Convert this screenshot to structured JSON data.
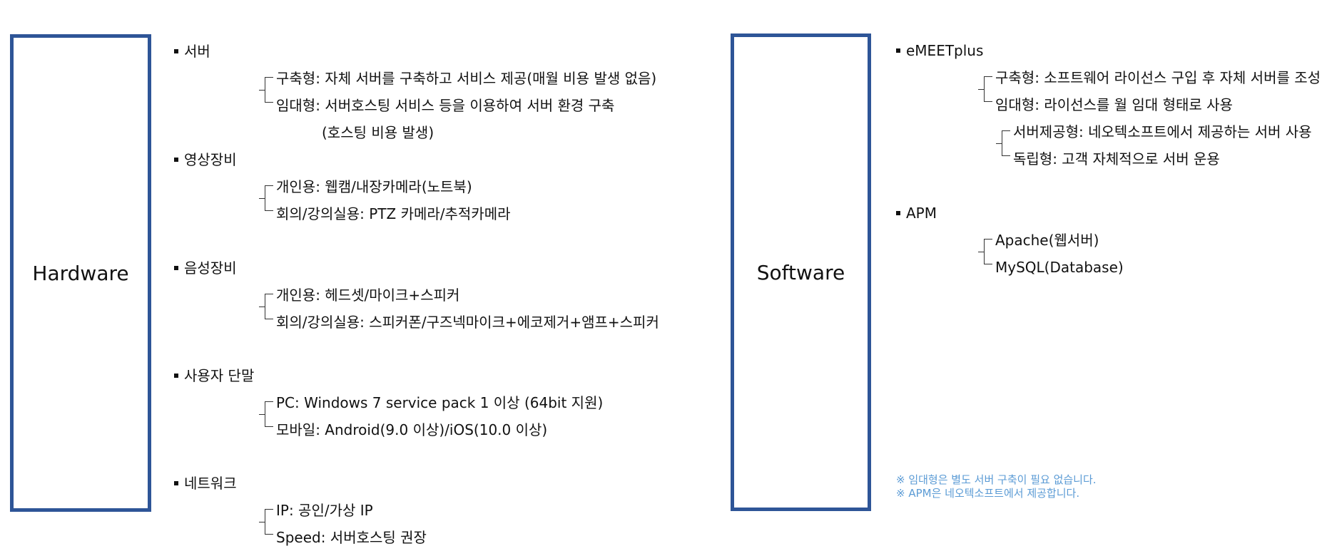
{
  "hardware": {
    "title": "Hardware",
    "sections": [
      {
        "heading": "서버",
        "items": [
          "구축형: 자체 서버를 구축하고 서비스 제공(매월 비용 발생 없음)",
          "임대형: 서버호스팅 서비스 등을 이용하여 서버 환경 구축"
        ],
        "continuation": "(호스팅 비용 발생)"
      },
      {
        "heading": "영상장비",
        "items": [
          "개인용: 웹캠/내장카메라(노트북)",
          "회의/강의실용: PTZ 카메라/추적카메라"
        ]
      },
      {
        "heading": "음성장비",
        "items": [
          "개인용: 헤드셋/마이크+스피커",
          "회의/강의실용: 스피커폰/구즈넥마이크+에코제거+앰프+스피커"
        ]
      },
      {
        "heading": "사용자 단말",
        "items": [
          "PC: Windows 7 service pack 1 이상 (64bit 지원)",
          "모바일: Android(9.0 이상)/iOS(10.0 이상)"
        ]
      },
      {
        "heading": "네트워크",
        "items": [
          "IP: 공인/가상 IP",
          "Speed: 서버호스팅 권장"
        ]
      }
    ]
  },
  "software": {
    "title": "Software",
    "sections": [
      {
        "heading": "eMEETplus",
        "items": [
          "구축형: 소프트웨어 라이선스 구입 후 자체 서버를 조성",
          "임대형: 라이선스를 월 임대 형태로 사용"
        ],
        "subitems": [
          "서버제공형: 네오텍소프트에서 제공하는 서버 사용",
          "독립형: 고객 자체적으로 서버 운용"
        ]
      },
      {
        "heading": "APM",
        "items": [
          "Apache(웹서버)",
          "MySQL(Database)"
        ]
      }
    ],
    "notes": [
      "※ 임대형은 별도 서버 구축이 필요 없습니다.",
      "※ APM은 네오텍소프트에서 제공합니다."
    ]
  }
}
